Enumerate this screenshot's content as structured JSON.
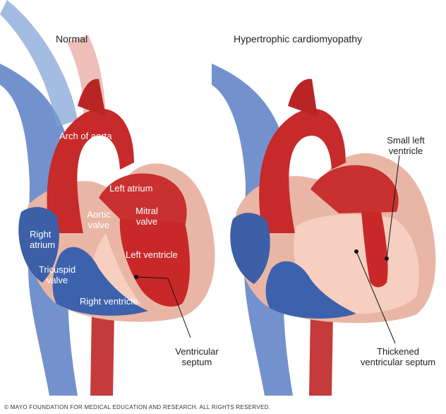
{
  "titles": {
    "normal": "Normal",
    "hcm": "Hypertrophic cardiomyopathy"
  },
  "labels": {
    "arch_of_aorta": "Arch of aorta",
    "left_atrium": "Left atrium",
    "aortic_valve_1": "Aortic",
    "aortic_valve_2": "valve",
    "mitral_valve_1": "Mitral",
    "mitral_valve_2": "valve",
    "right_atrium_1": "Right",
    "right_atrium_2": "atrium",
    "left_ventricle": "Left ventricle",
    "tricuspid_valve_1": "Tricuspid",
    "tricuspid_valve_2": "valve",
    "right_ventricle": "Right ventricle",
    "ventricular_septum_1": "Ventricular",
    "ventricular_septum_2": "septum",
    "small_left_ventricle_1": "Small left",
    "small_left_ventricle_2": "ventricle",
    "thickened_septum_1": "Thickened",
    "thickened_septum_2": "ventricular septum"
  },
  "copyright": "© MAYO FOUNDATION FOR MEDICAL EDUCATION AND RESEARCH. ALL RIGHTS RESERVED.",
  "colors": {
    "artery_red": "#c62a2a",
    "vein_blue": "#3b5fa8",
    "muscle_pink": "#f3c2b3",
    "outer_wall": "#e6b0a0"
  }
}
